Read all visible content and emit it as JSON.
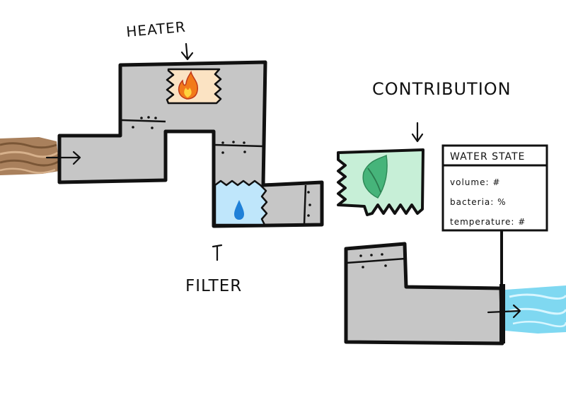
{
  "labels": {
    "heater": "HEATER",
    "filter": "FILTER",
    "contribution": "CONTRIBUTION"
  },
  "water_state": {
    "title": "WATER STATE",
    "rows": [
      "volume: #",
      "bacteria: %",
      "temperature: #"
    ]
  },
  "colors": {
    "pipe": "#c6c6c6",
    "heater_chamber": "#fbe3c3",
    "filter_chamber": "#bfe6fb",
    "contribution_chamber": "#c7efd7",
    "dirty_water": "#a9805c",
    "clean_water": "#7fd8f1",
    "flame": "#f27a1a",
    "water_drop": "#1f80d8",
    "leaf": "#46b47a"
  },
  "icons": [
    "flame-icon",
    "water-drop-icon",
    "leaf-icon",
    "arrow-icon"
  ]
}
